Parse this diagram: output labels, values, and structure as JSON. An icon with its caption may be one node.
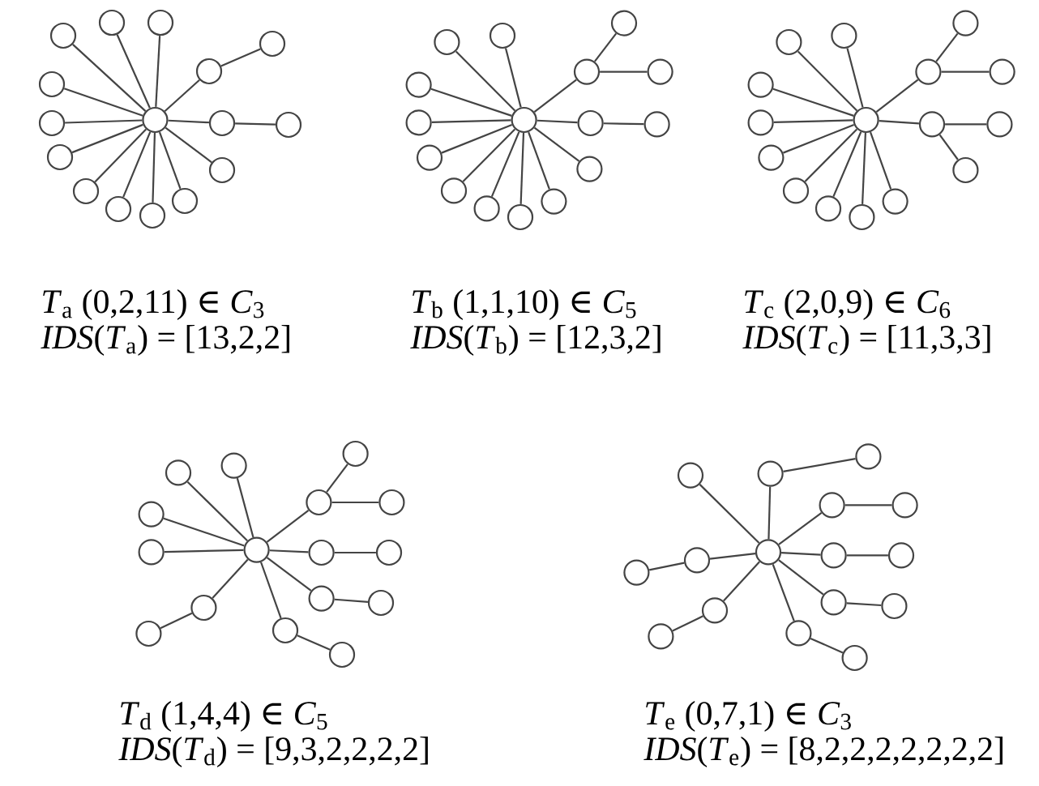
{
  "diagram": {
    "nodes": [
      {
        "text": [],
        "shape": "circle"
      },
      {
        "text": [],
        "shape": "circle"
      },
      {
        "text": [],
        "shape": "circle"
      },
      {
        "text": [],
        "shape": "circle"
      },
      {
        "text": [],
        "shape": "circle"
      },
      {
        "text": [],
        "shape": "circle"
      },
      {
        "text": [],
        "shape": "circle"
      },
      {
        "text": [],
        "shape": "circle"
      },
      {
        "text": [],
        "shape": "circle"
      },
      {
        "text": [],
        "shape": "circle"
      },
      {
        "text": [],
        "shape": "circle"
      },
      {
        "text": [],
        "shape": "circle"
      },
      {
        "text": [],
        "shape": "circle"
      },
      {
        "text": [],
        "shape": "circle"
      },
      {
        "text": [],
        "shape": "circle"
      },
      {
        "text": [],
        "shape": "circle"
      },
      {
        "text": [],
        "shape": "circle"
      },
      {
        "text": [],
        "shape": "circle"
      },
      {
        "text": [],
        "shape": "circle"
      },
      {
        "text": [],
        "shape": "circle"
      },
      {
        "text": [],
        "shape": "circle"
      },
      {
        "text": [],
        "shape": "circle"
      },
      {
        "text": [],
        "shape": "circle"
      },
      {
        "text": [],
        "shape": "circle"
      },
      {
        "text": [],
        "shape": "circle"
      },
      {
        "text": [],
        "shape": "circle"
      },
      {
        "text": [],
        "shape": "circle"
      },
      {
        "text": [],
        "shape": "circle"
      },
      {
        "text": [],
        "shape": "circle"
      },
      {
        "text": [],
        "shape": "circle"
      },
      {
        "text": [],
        "shape": "circle"
      },
      {
        "text": [],
        "shape": "circle"
      },
      {
        "text": [],
        "shape": "circle"
      },
      {
        "text": [],
        "shape": "circle"
      },
      {
        "text": [],
        "shape": "circle"
      },
      {
        "text": [],
        "shape": "circle"
      },
      {
        "text": [],
        "shape": "circle"
      },
      {
        "text": [],
        "shape": "circle"
      },
      {
        "text": [],
        "shape": "circle"
      },
      {
        "text": [],
        "shape": "circle"
      },
      {
        "text": [],
        "shape": "circle"
      },
      {
        "text": [],
        "shape": "circle"
      },
      {
        "text": [],
        "shape": "circle"
      },
      {
        "text": [],
        "shape": "circle"
      },
      {
        "text": [],
        "shape": "circle"
      },
      {
        "text": [],
        "shape": "circle"
      },
      {
        "text": [],
        "shape": "circle"
      },
      {
        "text": [],
        "shape": "circle"
      },
      {
        "text": [],
        "shape": "circle"
      },
      {
        "text": [],
        "shape": "circle"
      },
      {
        "text": [],
        "shape": "circle"
      },
      {
        "text": [],
        "shape": "circle"
      },
      {
        "text": [],
        "shape": "circle"
      },
      {
        "text": [],
        "shape": "circle"
      },
      {
        "text": [],
        "shape": "circle"
      },
      {
        "text": [],
        "shape": "circle"
      },
      {
        "text": [],
        "shape": "circle"
      },
      {
        "text": [],
        "shape": "circle"
      },
      {
        "text": [],
        "shape": "circle"
      },
      {
        "text": [],
        "shape": "circle"
      },
      {
        "text": [],
        "shape": "circle"
      },
      {
        "text": [],
        "shape": "circle"
      },
      {
        "text": [],
        "shape": "circle"
      },
      {
        "text": [],
        "shape": "circle"
      },
      {
        "text": [],
        "shape": "circle"
      },
      {
        "text": [],
        "shape": "circle"
      },
      {
        "text": [],
        "shape": "circle"
      },
      {
        "text": [],
        "shape": "circle"
      },
      {
        "text": [],
        "shape": "circle"
      },
      {
        "text": [],
        "shape": "circle"
      },
      {
        "text": [],
        "shape": "circle"
      },
      {
        "text": [],
        "shape": "circle"
      },
      {
        "text": [],
        "shape": "circle"
      },
      {
        "text": [],
        "shape": "circle"
      },
      {
        "text": [],
        "shape": "circle"
      },
      {
        "text": [],
        "shape": "circle"
      },
      {
        "text": [],
        "shape": "circle"
      },
      {
        "text": [],
        "shape": "circle"
      },
      {
        "text": [],
        "shape": "circle"
      },
      {
        "text": [],
        "shape": "circle"
      }
    ],
    "edges": [
      {
        "from": 0,
        "to": 1,
        "arrow": "none"
      },
      {
        "from": 0,
        "to": 2,
        "arrow": "none"
      },
      {
        "from": 0,
        "to": 3,
        "arrow": "none"
      },
      {
        "from": 0,
        "to": 4,
        "arrow": "none"
      },
      {
        "from": 4,
        "to": 5,
        "arrow": "none"
      },
      {
        "from": 0,
        "to": 6,
        "arrow": "none"
      },
      {
        "from": 6,
        "to": 7,
        "arrow": "none"
      },
      {
        "from": 0,
        "to": 8,
        "arrow": "none"
      },
      {
        "from": 0,
        "to": 9,
        "arrow": "none"
      },
      {
        "from": 0,
        "to": 10,
        "arrow": "none"
      },
      {
        "from": 0,
        "to": 11,
        "arrow": "none"
      },
      {
        "from": 0,
        "to": 12,
        "arrow": "none"
      },
      {
        "from": 0,
        "to": 13,
        "arrow": "none"
      },
      {
        "from": 0,
        "to": 14,
        "arrow": "none"
      },
      {
        "from": 0,
        "to": 15,
        "arrow": "none"
      },
      {
        "from": 16,
        "to": 17,
        "arrow": "none"
      },
      {
        "from": 16,
        "to": 18,
        "arrow": "none"
      },
      {
        "from": 16,
        "to": 19,
        "arrow": "none"
      },
      {
        "from": 19,
        "to": 20,
        "arrow": "none"
      },
      {
        "from": 19,
        "to": 21,
        "arrow": "none"
      },
      {
        "from": 16,
        "to": 22,
        "arrow": "none"
      },
      {
        "from": 22,
        "to": 23,
        "arrow": "none"
      },
      {
        "from": 16,
        "to": 24,
        "arrow": "none"
      },
      {
        "from": 16,
        "to": 25,
        "arrow": "none"
      },
      {
        "from": 16,
        "to": 26,
        "arrow": "none"
      },
      {
        "from": 16,
        "to": 27,
        "arrow": "none"
      },
      {
        "from": 16,
        "to": 28,
        "arrow": "none"
      },
      {
        "from": 16,
        "to": 29,
        "arrow": "none"
      },
      {
        "from": 16,
        "to": 30,
        "arrow": "none"
      },
      {
        "from": 16,
        "to": 31,
        "arrow": "none"
      },
      {
        "from": 32,
        "to": 33,
        "arrow": "none"
      },
      {
        "from": 32,
        "to": 34,
        "arrow": "none"
      },
      {
        "from": 32,
        "to": 35,
        "arrow": "none"
      },
      {
        "from": 35,
        "to": 36,
        "arrow": "none"
      },
      {
        "from": 35,
        "to": 37,
        "arrow": "none"
      },
      {
        "from": 32,
        "to": 38,
        "arrow": "none"
      },
      {
        "from": 38,
        "to": 39,
        "arrow": "none"
      },
      {
        "from": 38,
        "to": 40,
        "arrow": "none"
      },
      {
        "from": 32,
        "to": 41,
        "arrow": "none"
      },
      {
        "from": 32,
        "to": 42,
        "arrow": "none"
      },
      {
        "from": 32,
        "to": 43,
        "arrow": "none"
      },
      {
        "from": 32,
        "to": 44,
        "arrow": "none"
      },
      {
        "from": 32,
        "to": 45,
        "arrow": "none"
      },
      {
        "from": 32,
        "to": 46,
        "arrow": "none"
      },
      {
        "from": 32,
        "to": 47,
        "arrow": "none"
      },
      {
        "from": 48,
        "to": 49,
        "arrow": "none"
      },
      {
        "from": 48,
        "to": 50,
        "arrow": "none"
      },
      {
        "from": 48,
        "to": 51,
        "arrow": "none"
      },
      {
        "from": 51,
        "to": 52,
        "arrow": "none"
      },
      {
        "from": 51,
        "to": 53,
        "arrow": "none"
      },
      {
        "from": 48,
        "to": 54,
        "arrow": "none"
      },
      {
        "from": 54,
        "to": 55,
        "arrow": "none"
      },
      {
        "from": 48,
        "to": 56,
        "arrow": "none"
      },
      {
        "from": 56,
        "to": 57,
        "arrow": "none"
      },
      {
        "from": 48,
        "to": 58,
        "arrow": "none"
      },
      {
        "from": 58,
        "to": 59,
        "arrow": "none"
      },
      {
        "from": 48,
        "to": 60,
        "arrow": "none"
      },
      {
        "from": 60,
        "to": 61,
        "arrow": "none"
      },
      {
        "from": 48,
        "to": 62,
        "arrow": "none"
      },
      {
        "from": 48,
        "to": 63,
        "arrow": "none"
      },
      {
        "from": 64,
        "to": 65,
        "arrow": "none"
      },
      {
        "from": 64,
        "to": 66,
        "arrow": "none"
      },
      {
        "from": 66,
        "to": 67,
        "arrow": "none"
      },
      {
        "from": 64,
        "to": 68,
        "arrow": "none"
      },
      {
        "from": 68,
        "to": 69,
        "arrow": "none"
      },
      {
        "from": 64,
        "to": 70,
        "arrow": "none"
      },
      {
        "from": 70,
        "to": 71,
        "arrow": "none"
      },
      {
        "from": 64,
        "to": 72,
        "arrow": "none"
      },
      {
        "from": 72,
        "to": 73,
        "arrow": "none"
      },
      {
        "from": 64,
        "to": 74,
        "arrow": "none"
      },
      {
        "from": 74,
        "to": 75,
        "arrow": "none"
      },
      {
        "from": 64,
        "to": 76,
        "arrow": "none"
      },
      {
        "from": 76,
        "to": 77,
        "arrow": "none"
      },
      {
        "from": 64,
        "to": 78,
        "arrow": "none"
      },
      {
        "from": 78,
        "to": 79,
        "arrow": "none"
      }
    ],
    "labels": [
      "*T*$_{a}$ (0,2,11) ∈ *C*$_{3}$",
      "*IDS*(*T*$_{a}$) = [13,2,2]",
      "*T*$_{b}$ (1,1,10) ∈ *C*$_{5}$",
      "*IDS*(*T*$_{b}$) = [12,3,2]",
      "*T*$_{c}$ (2,0,9) ∈ *C*$_{6}$",
      "*IDS*(*T*$_{c}$) = [11,3,3]",
      "*T*$_{d}$ (1,4,4) ∈ *C*$_{5}$",
      "*IDS*(*T*$_{d}$) = [9,3,2,2,2,2]",
      "*T*$_{e}$ (0,7,1) ∈ *C*$_{3}$",
      "*IDS*(*T*$_{e}$) = [8,2,2,2,2,2,2,2]"
    ]
  }
}
